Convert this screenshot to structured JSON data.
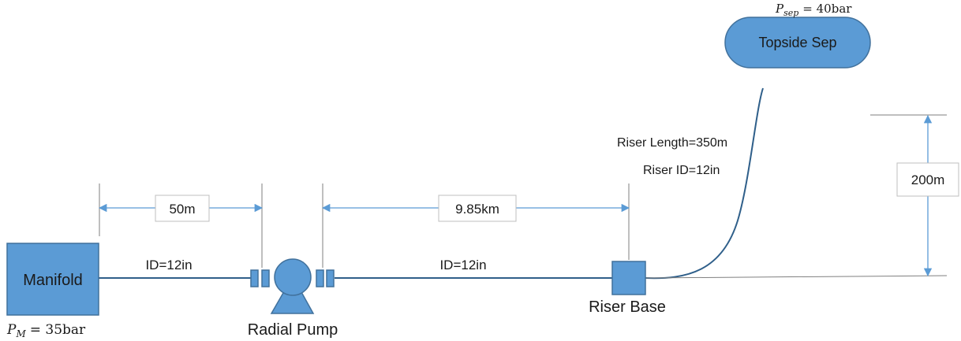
{
  "manifold": {
    "label": "Manifold"
  },
  "pump": {
    "label": "Radial Pump"
  },
  "riser_base": {
    "label": "Riser Base"
  },
  "separator": {
    "label": "Topside Sep"
  },
  "pressure_manifold": {
    "symbol": "P",
    "subscript": "M",
    "expression": "= 35bar"
  },
  "pressure_sep": {
    "symbol": "P",
    "subscript": "sep",
    "expression": "= 40bar"
  },
  "pipe1": {
    "id_label": "ID=12in",
    "length_label": "50m"
  },
  "pipe2": {
    "id_label": "ID=12in",
    "length_label": "9.85km"
  },
  "riser": {
    "length_label": "Riser Length=350m",
    "id_label": "Riser ID=12in",
    "height_label": "200m"
  }
}
